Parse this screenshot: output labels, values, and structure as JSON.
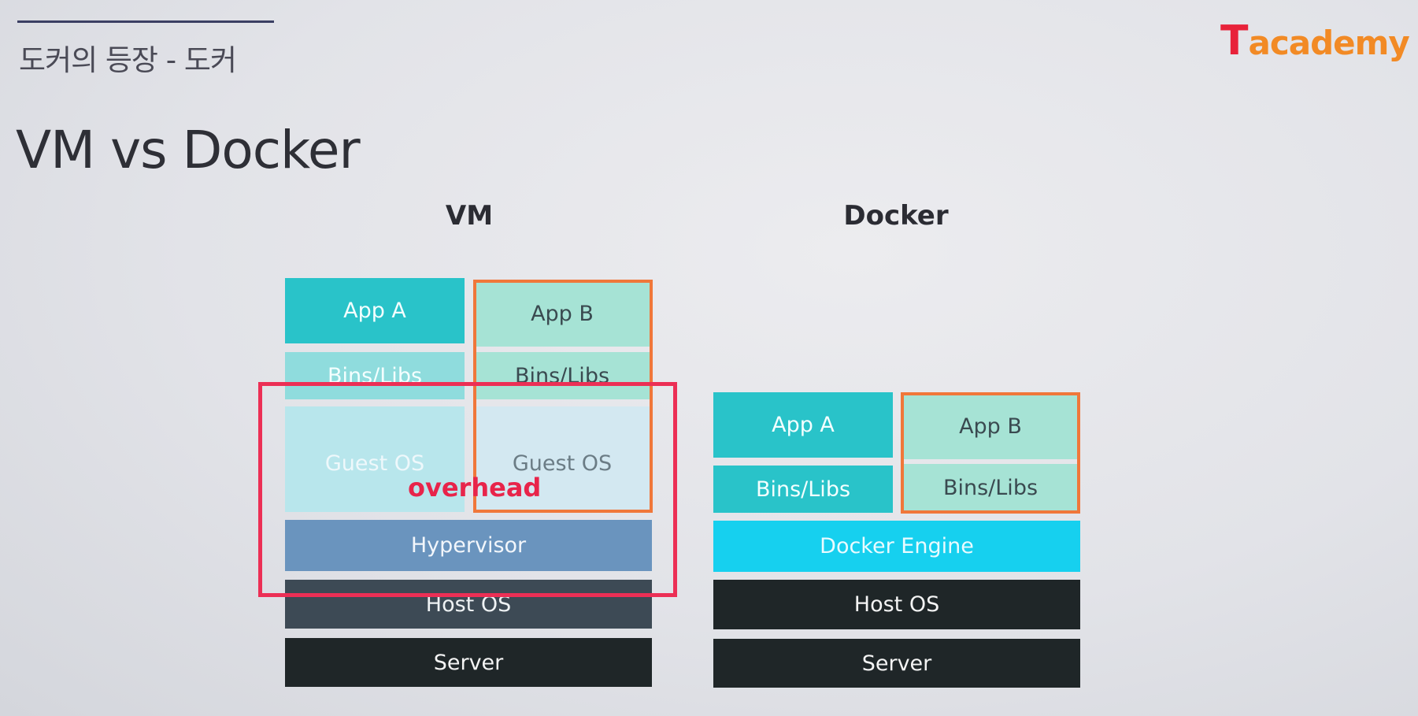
{
  "header": {
    "section_title": "도커의 등장 - 도커",
    "slide_title": "VM vs Docker",
    "logo_t": "T",
    "logo_rest": "academy"
  },
  "vm": {
    "title": "VM",
    "app_a": "App A",
    "app_b": "App B",
    "bins_a": "Bins/Libs",
    "bins_b": "Bins/Libs",
    "guest_a": "Guest OS",
    "guest_b": "Guest OS",
    "hypervisor": "Hypervisor",
    "host_os": "Host OS",
    "server": "Server",
    "overhead_label": "overhead"
  },
  "docker": {
    "title": "Docker",
    "app_a": "App A",
    "app_b": "App B",
    "bins_a": "Bins/Libs",
    "bins_b": "Bins/Libs",
    "engine": "Docker Engine",
    "host_os": "Host OS",
    "server": "Server"
  },
  "colors": {
    "teal": "#29c3c9",
    "mint": "#a6e3d5",
    "hypervisor": "#6a94be",
    "docker_engine": "#16d0ef",
    "dark": "#1f2628",
    "highlight_orange": "#f0773a",
    "overhead_red": "#ec2f55"
  }
}
